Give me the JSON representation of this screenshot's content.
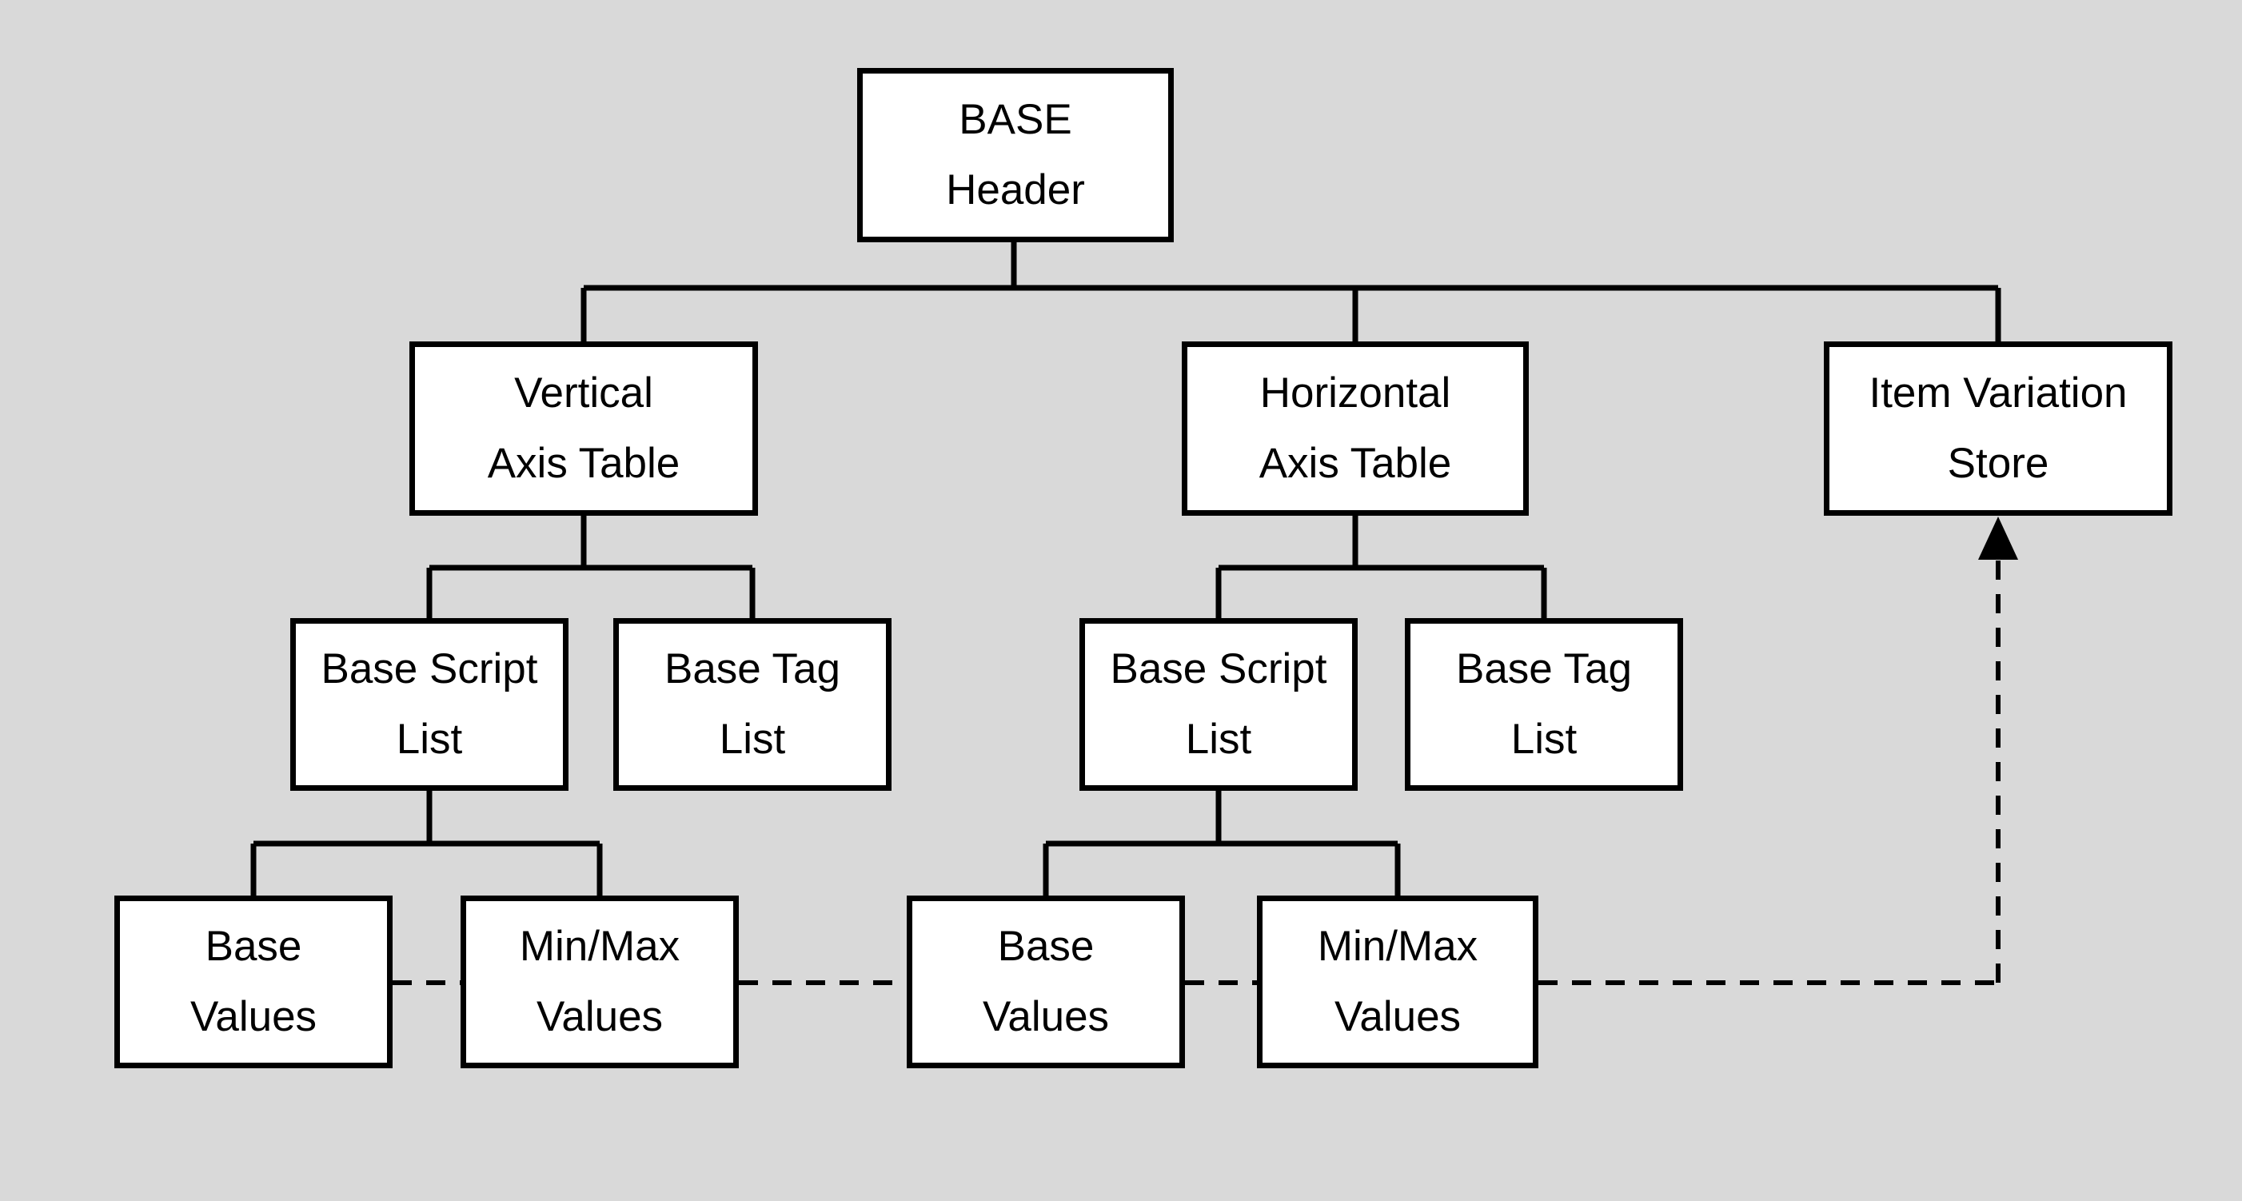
{
  "diagram": {
    "background_color": "#d9d9d9",
    "node_fill_color": "#ffffff",
    "line_color": "#000000",
    "nodes": {
      "base_header": {
        "line1": "BASE",
        "line2": "Header"
      },
      "vertical_axis_table": {
        "line1": "Vertical",
        "line2": "Axis Table"
      },
      "horizontal_axis_table": {
        "line1": "Horizontal",
        "line2": "Axis Table"
      },
      "item_variation_store": {
        "line1": "Item Variation",
        "line2": "Store"
      },
      "base_script_list_v": {
        "line1": "Base Script",
        "line2": "List"
      },
      "base_tag_list_v": {
        "line1": "Base Tag",
        "line2": "List"
      },
      "base_script_list_h": {
        "line1": "Base Script",
        "line2": "List"
      },
      "base_tag_list_h": {
        "line1": "Base Tag",
        "line2": "List"
      },
      "base_values_v": {
        "line1": "Base",
        "line2": "Values"
      },
      "minmax_values_v": {
        "line1": "Min/Max",
        "line2": "Values"
      },
      "base_values_h": {
        "line1": "Base",
        "line2": "Values"
      },
      "minmax_values_h": {
        "line1": "Min/Max",
        "line2": "Values"
      }
    },
    "edges": [
      {
        "from": "base_header",
        "to": "vertical_axis_table",
        "style": "solid"
      },
      {
        "from": "base_header",
        "to": "horizontal_axis_table",
        "style": "solid"
      },
      {
        "from": "base_header",
        "to": "item_variation_store",
        "style": "solid"
      },
      {
        "from": "vertical_axis_table",
        "to": "base_script_list_v",
        "style": "solid"
      },
      {
        "from": "vertical_axis_table",
        "to": "base_tag_list_v",
        "style": "solid"
      },
      {
        "from": "horizontal_axis_table",
        "to": "base_script_list_h",
        "style": "solid"
      },
      {
        "from": "horizontal_axis_table",
        "to": "base_tag_list_h",
        "style": "solid"
      },
      {
        "from": "base_script_list_v",
        "to": "base_values_v",
        "style": "solid"
      },
      {
        "from": "base_script_list_v",
        "to": "minmax_values_v",
        "style": "solid"
      },
      {
        "from": "base_script_list_h",
        "to": "base_values_h",
        "style": "solid"
      },
      {
        "from": "base_script_list_h",
        "to": "minmax_values_h",
        "style": "solid"
      },
      {
        "from": "base_values_v",
        "to": "minmax_values_v",
        "style": "dashed"
      },
      {
        "from": "minmax_values_v",
        "to": "base_values_h",
        "style": "dashed"
      },
      {
        "from": "base_values_h",
        "to": "minmax_values_h",
        "style": "dashed"
      },
      {
        "from": "minmax_values_h",
        "to": "item_variation_store",
        "style": "dashed-arrow"
      }
    ]
  }
}
